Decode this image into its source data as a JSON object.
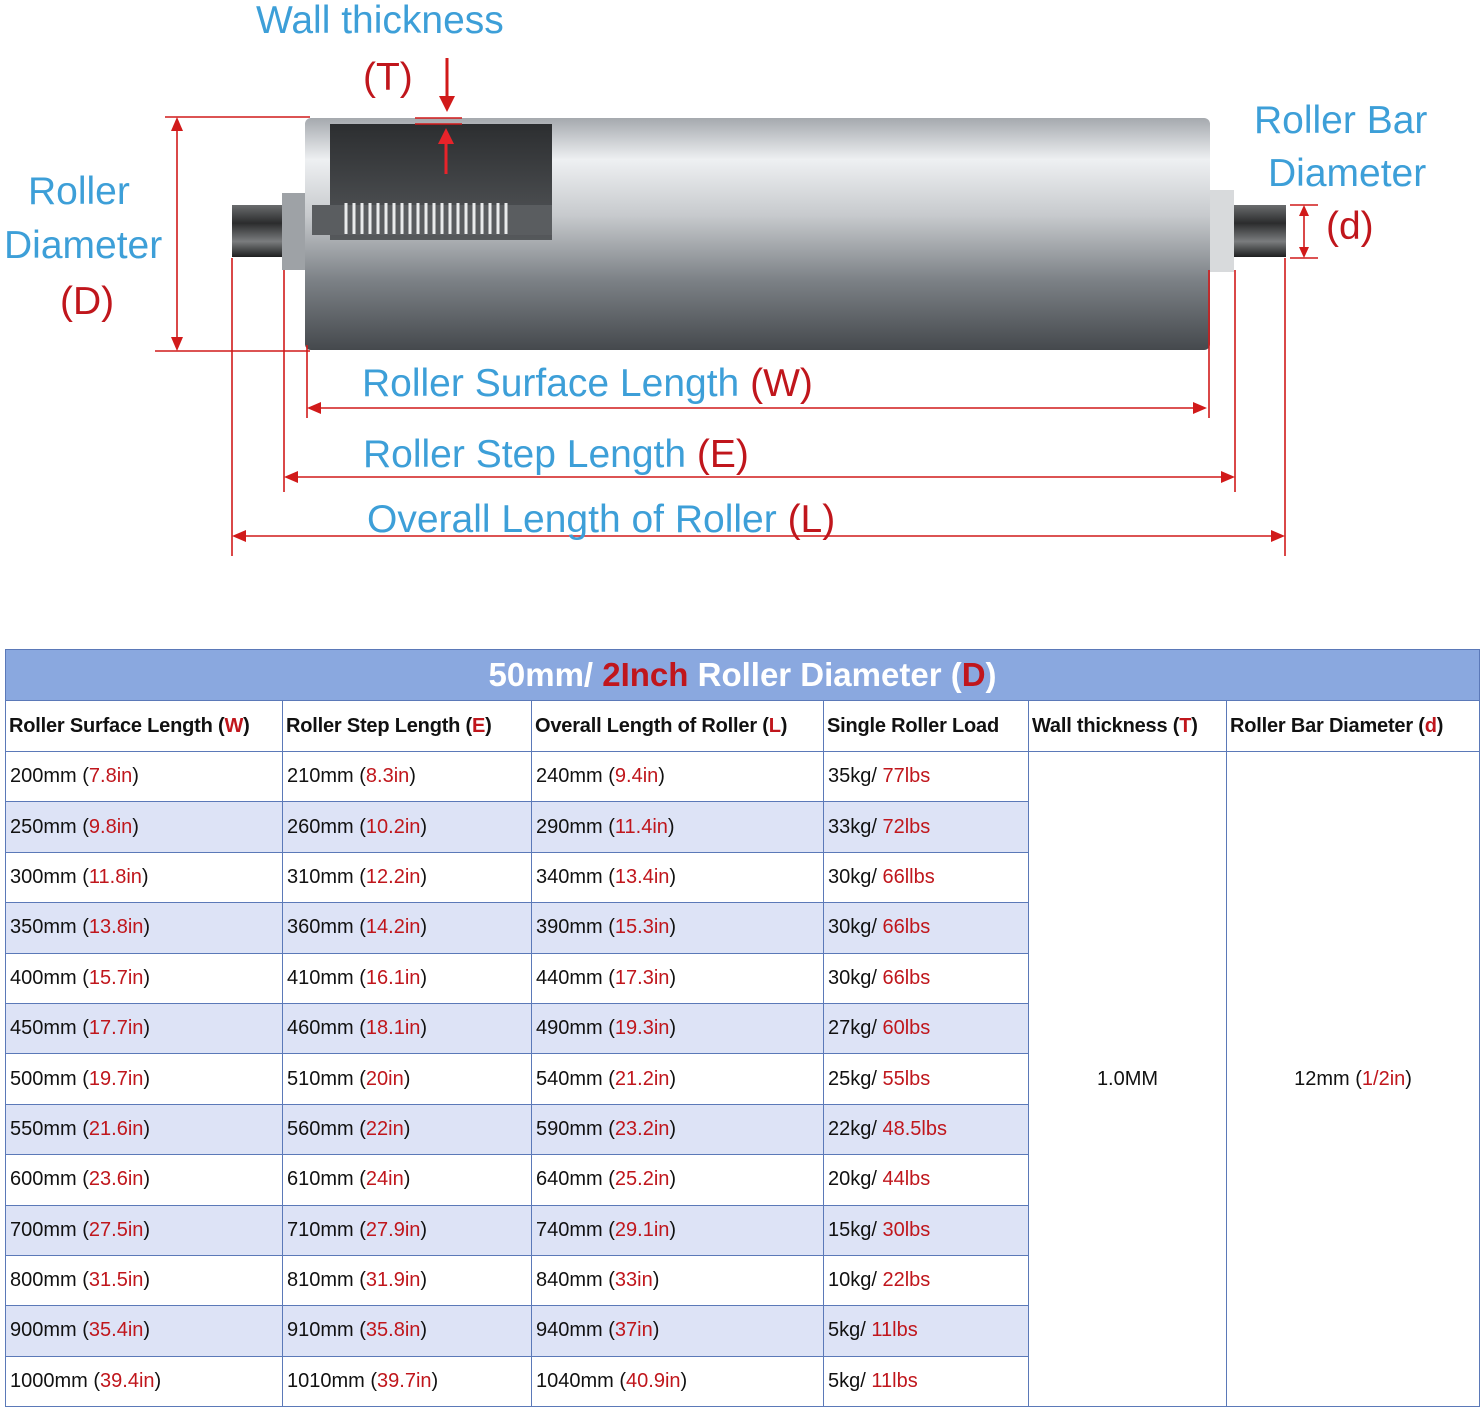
{
  "diagram": {
    "wall_thickness": {
      "text": "Wall thickness",
      "symbol": "(T)"
    },
    "roller_diameter": {
      "line1": "Roller",
      "line2": "Diameter",
      "symbol": "(D)"
    },
    "bar_diameter": {
      "line1": "Roller Bar",
      "line2": "Diameter",
      "symbol": "(d)"
    },
    "surface_length": {
      "text": "Roller Surface Length",
      "symbol": "(W)"
    },
    "step_length": {
      "text": "Roller Step Length",
      "symbol": "(E)"
    },
    "overall_length": {
      "text": "Overall Length of Roller",
      "symbol": "(L)"
    }
  },
  "table": {
    "title": {
      "part1": "50mm/ ",
      "part2": "2Inch",
      "part3": " Roller Diameter (",
      "part4": "D",
      "part5": ")"
    },
    "headers": [
      {
        "text": "Roller Surface Length (",
        "sym": "W",
        "end": ")"
      },
      {
        "text": "Roller Step Length (",
        "sym": "E",
        "end": ")"
      },
      {
        "text": "Overall Length of Roller (",
        "sym": "L",
        "end": ")"
      },
      {
        "text": "Single Roller Load",
        "sym": "",
        "end": ""
      },
      {
        "text": "Wall thickness (",
        "sym": "T",
        "end": ")"
      },
      {
        "text": "Roller Bar Diameter (",
        "sym": "d",
        "end": ")"
      }
    ],
    "wall_thickness_value": "1.0MM",
    "bar_diameter_value": {
      "mm": "12mm (",
      "inch": "1/2in",
      "end": ")"
    },
    "rows": [
      {
        "w": [
          "200mm (",
          "7.8in",
          ")"
        ],
        "e": [
          "210mm (",
          "8.3in",
          ")"
        ],
        "l": [
          "240mm (",
          "9.4in",
          ")"
        ],
        "load": [
          "35kg/ ",
          "77lbs"
        ]
      },
      {
        "w": [
          "250mm (",
          "9.8in",
          ")"
        ],
        "e": [
          "260mm (",
          "10.2in",
          ")"
        ],
        "l": [
          "290mm (",
          "11.4in",
          ")"
        ],
        "load": [
          "33kg/ ",
          "72lbs"
        ]
      },
      {
        "w": [
          "300mm (",
          "11.8in",
          ")"
        ],
        "e": [
          "310mm (",
          "12.2in",
          ")"
        ],
        "l": [
          "340mm (",
          "13.4in",
          ")"
        ],
        "load": [
          "30kg/ ",
          "66llbs"
        ]
      },
      {
        "w": [
          "350mm (",
          "13.8in",
          ")"
        ],
        "e": [
          "360mm (",
          "14.2in",
          ")"
        ],
        "l": [
          "390mm (",
          "15.3in",
          ")"
        ],
        "load": [
          "30kg/ ",
          "66lbs"
        ]
      },
      {
        "w": [
          "400mm (",
          "15.7in",
          ")"
        ],
        "e": [
          "410mm (",
          "16.1in",
          ")"
        ],
        "l": [
          "440mm (",
          "17.3in",
          ")"
        ],
        "load": [
          "30kg/ ",
          "66lbs"
        ]
      },
      {
        "w": [
          "450mm (",
          "17.7in",
          ")"
        ],
        "e": [
          "460mm (",
          "18.1in",
          ")"
        ],
        "l": [
          "490mm (",
          "19.3in",
          ")"
        ],
        "load": [
          "27kg/ ",
          "60lbs"
        ]
      },
      {
        "w": [
          "500mm (",
          "19.7in",
          ")"
        ],
        "e": [
          "510mm (",
          "20in",
          ")"
        ],
        "l": [
          "540mm (",
          "21.2in",
          ")"
        ],
        "load": [
          "25kg/ ",
          "55lbs"
        ]
      },
      {
        "w": [
          "550mm (",
          "21.6in",
          ")"
        ],
        "e": [
          "560mm (",
          "22in",
          ")"
        ],
        "l": [
          "590mm (",
          "23.2in",
          ")"
        ],
        "load": [
          "22kg/ ",
          "48.5lbs"
        ]
      },
      {
        "w": [
          "600mm (",
          "23.6in",
          ")"
        ],
        "e": [
          "610mm (",
          "24in",
          ")"
        ],
        "l": [
          "640mm (",
          "25.2in",
          ")"
        ],
        "load": [
          "20kg/ ",
          "44lbs"
        ]
      },
      {
        "w": [
          "700mm (",
          "27.5in",
          ")"
        ],
        "e": [
          "710mm (",
          "27.9in",
          ")"
        ],
        "l": [
          "740mm (",
          "29.1in",
          ")"
        ],
        "load": [
          "15kg/ ",
          "30lbs"
        ]
      },
      {
        "w": [
          "800mm (",
          "31.5in",
          ")"
        ],
        "e": [
          "810mm (",
          "31.9in",
          ")"
        ],
        "l": [
          "840mm (",
          "33in",
          ")"
        ],
        "load": [
          "10kg/ ",
          "22lbs"
        ]
      },
      {
        "w": [
          "900mm (",
          "35.4in",
          ")"
        ],
        "e": [
          "910mm (",
          "35.8in",
          ")"
        ],
        "l": [
          "940mm (",
          "37in",
          ")"
        ],
        "load": [
          "5kg/ ",
          "11lbs"
        ]
      },
      {
        "w": [
          "1000mm (",
          "39.4in",
          ")"
        ],
        "e": [
          "1010mm (",
          "39.7in",
          ")"
        ],
        "l": [
          "1040mm (",
          "40.9in",
          ")"
        ],
        "load": [
          "5kg/ ",
          "11lbs"
        ]
      }
    ]
  }
}
